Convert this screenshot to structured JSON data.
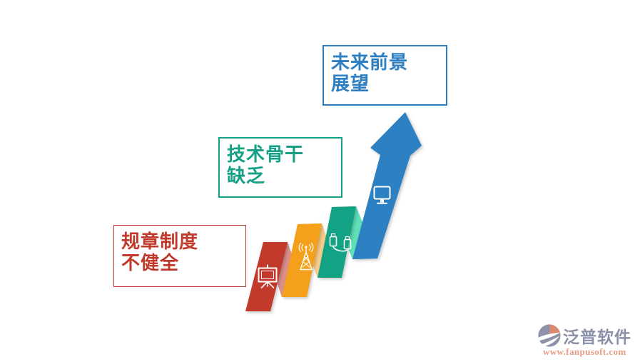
{
  "diagram": {
    "boxes": [
      {
        "id": "rules",
        "line1": "规章制度",
        "line2": "不健全",
        "color": "#c0392b"
      },
      {
        "id": "tech",
        "line1": "技术骨干",
        "line2": "缺乏",
        "color": "#16a085"
      },
      {
        "id": "future",
        "line1": "未来前景",
        "line2": "展望",
        "color": "#2d7fc1"
      }
    ],
    "steps": [
      {
        "icon": "presentation-screen-icon",
        "shape": "bar"
      },
      {
        "icon": "radio-tower-icon",
        "shape": "bar"
      },
      {
        "icon": "usb-cable-icon",
        "shape": "bar"
      },
      {
        "icon": "monitor-icon",
        "shape": "arrow"
      }
    ]
  },
  "colors": {
    "red_bar": "#c13a2b",
    "red_fold": "#de908b",
    "orange_bar": "#f4a01b",
    "orange_fold": "#f8ce8d",
    "teal_bar": "#13a284",
    "teal_fold": "#5fe0b8",
    "blue_arrow": "#2d80c2"
  },
  "footer_logo": {
    "brand": "泛普软件",
    "url": "www.fanpusoft.com",
    "brand_color": "#8b90a9",
    "url_color": "#e79b82",
    "mark_blue": "#8d92ab",
    "mark_salmon": "#d98b70"
  }
}
